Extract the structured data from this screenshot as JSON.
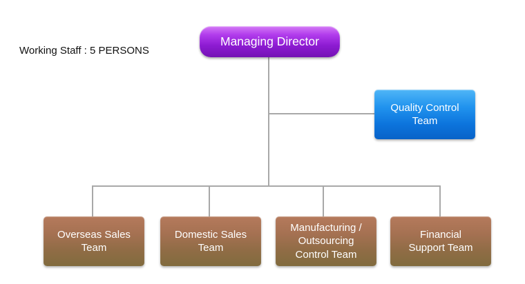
{
  "staff_note": "Working Staff : 5 PERSONS",
  "managing_director": {
    "label": "Managing Director"
  },
  "quality_control": {
    "lines": [
      "Quality Control",
      "Team"
    ]
  },
  "teams": [
    {
      "lines": [
        "Overseas Sales",
        "Team"
      ]
    },
    {
      "lines": [
        "Domestic Sales",
        "Team"
      ]
    },
    {
      "lines": [
        "Manufacturing /",
        "Outsourcing",
        "Control Team"
      ]
    },
    {
      "lines": [
        "Financial",
        "Support Team"
      ]
    }
  ],
  "colors": {
    "managing_director": "#9a24dc",
    "quality_control": "#1a86e6",
    "teams": "#9a6f4d",
    "connector": "#a8a8a8"
  }
}
